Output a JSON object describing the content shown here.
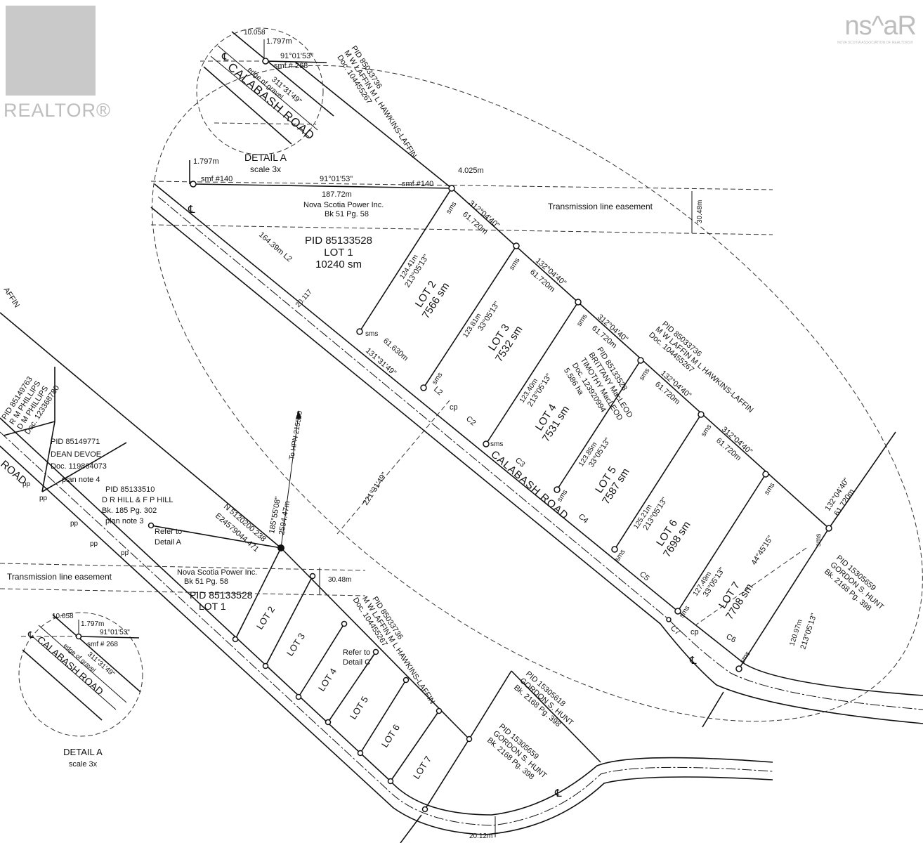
{
  "branding": {
    "realtor": "REALTOR®",
    "nsar": "ns^aR",
    "nsar_sub": "NOVA SCOTIA ASSOCIATION OF REALTORS®"
  },
  "detail_top": {
    "w": "10.058",
    "offset": "1.797m",
    "bearing": "91°01'53\"",
    "smf": "smf # 268",
    "cl": "℄",
    "gravel": "edge of gravel",
    "road_bearing": "311°31'49\"",
    "road": "CALABASH ROAD",
    "title": "DETAIL A",
    "scale": "scale 3x"
  },
  "detail_bottom": {
    "w": "10.058",
    "offset": "1.797m",
    "bearing": "91°01'53\"",
    "smf": "smf # 268",
    "cl": "℄",
    "gravel": "edge of gravel",
    "road_bearing": "311°31'49\"",
    "road": "CALABASH ROAD",
    "title": "DETAIL A",
    "scale": "scale 3x"
  },
  "main": {
    "nbr_top": {
      "pid": "PID 85033736",
      "owners": "M W LAFFIN M L HAWKINS-LAFFIN",
      "doc": "Doc. 104455267"
    },
    "offset": "1.797m",
    "smf_left": "smf #140",
    "top_bearing": "91°01'53\"",
    "top_dist": "187.72m",
    "smf_right": "smf #140",
    "corner_offset": "4.025m",
    "nsp": "Nova Scotia Power Inc.",
    "nsp_bk": "Bk 51 Pg. 58",
    "easement": "Transmission line easement",
    "easement_w": "30.48m",
    "lot1": {
      "pid": "PID 85133528",
      "lot": "LOT 1",
      "area": "10240 sm"
    },
    "road_dist": "164.39m  L2",
    "road_w": "20.117",
    "front_dist": "61.630m",
    "front_bearing": "131°31'49\"",
    "l2": "L2",
    "cp1": "cp",
    "c2": "C2",
    "c3": "C3",
    "c4": "C4",
    "c5": "C5",
    "c7": "C7",
    "cp2": "cp",
    "c6": "C6",
    "cl": "℄",
    "cl2": "℄",
    "road": "CALABASH ROAD",
    "diag": "221°31'49\"",
    "sms": "sms",
    "rear": [
      {
        "b": "312°04'40\"",
        "d": "61.720m"
      },
      {
        "b": "132°04'40\"",
        "d": "61.720m"
      },
      {
        "b": "312°04'40\"",
        "d": "61.720m"
      },
      {
        "b": "132°04'40\"",
        "d": "61.720m"
      },
      {
        "b": "312°04'40\"",
        "d": "61.720m"
      },
      {
        "b": "132°04'40\"",
        "d": "61.720m"
      }
    ],
    "sides": [
      {
        "b": "213°05'13\"",
        "d": "124.41m"
      },
      {
        "b": "33°05'13\"",
        "d": "123.81m"
      },
      {
        "b": "213°05'13\"",
        "d": "123.40m"
      },
      {
        "b": "33°05'13\"",
        "d": "123.85m"
      },
      {
        "b": "213°05'13\"",
        "d": "125.21m"
      },
      {
        "b": "33°05'13\"",
        "d": "127.49m"
      },
      {
        "b": "213°05'13\"",
        "d": "120.97m"
      }
    ],
    "lots": [
      {
        "lot": "LOT 2",
        "area": "7566 sm"
      },
      {
        "lot": "LOT 3",
        "area": "7532 sm"
      },
      {
        "lot": "LOT 4",
        "area": "7531 sm"
      },
      {
        "lot": "LOT 5",
        "area": "7587 sm"
      },
      {
        "lot": "LOT 6",
        "area": "7698 sm"
      },
      {
        "lot": "LOT 7",
        "area": "7708 sm"
      }
    ],
    "lot7_diag": "44°45'15\"",
    "nbr_mid": {
      "pid": "PID 85133528",
      "o1": "BRITTANY MacLEOD",
      "o2": "TIMOTHY MacLEOD",
      "doc": "Doc. 123920994",
      "area": "5.586 ha"
    },
    "nbr_right": {
      "pid": "PID 85033736",
      "owners": "M W LAFFIN M L HAWKINS-LAFFIN",
      "doc": "Doc. 104455267"
    },
    "nbr_hunt": {
      "pid": "PID 15305659",
      "owner": "GORDON S. HUNT",
      "bk": "Bk. 2168 Pg. 398"
    }
  },
  "overview": {
    "affin": "AFFIN",
    "road": "ROAD",
    "phillips": {
      "pid": "PID 85149763",
      "o1": "R M PHILLIPS",
      "o2": "D M PHILLIPS",
      "doc": "Doc. 123368780"
    },
    "devoe": {
      "pid": "PID 85149771",
      "owner": "DEAN DEVOE",
      "doc": "Doc. 119864073",
      "note": "plan note 4"
    },
    "hill": {
      "pid": "PID 85133510",
      "owner": "D R HILL & F P HILL",
      "bk": "Bk. 185 Pg. 302",
      "note": "plan note 3"
    },
    "pp": "pp",
    "refer_a1": "Refer to",
    "refer_a2": "Detail A",
    "north": "N 5120200.238",
    "east": "E24579044.471",
    "hpn": "To HPN 215500",
    "hpn_bearing": "185°55'08\"",
    "hpn_dist": "2594.47m",
    "easement": "Transmission line easement",
    "nsp": "Nova Scotia Power Inc.",
    "nsp_bk": "Bk 51 Pg. 58",
    "easement_w": "30.48m",
    "lot1_pid": "PID 85133528",
    "lot1": "LOT 1",
    "lots": [
      "LOT 2",
      "LOT 3",
      "LOT 4",
      "LOT 5",
      "LOT 6",
      "LOT 7"
    ],
    "refer_c1": "Refer to",
    "refer_c2": "Detail C",
    "nbr": {
      "pid": "PID 85033736",
      "owners": "M W LAFFIN M L HAWKINS-LAFFIN",
      "doc": "Doc. 104455267"
    },
    "hunt1": {
      "pid": "PID 15305618",
      "owner": "GORDON S. HUNT",
      "bk": "Bk. 2168 Pg. 398"
    },
    "hunt2": {
      "pid": "PID 15305659",
      "owner": "GORDON S. HUNT",
      "bk": "Bk. 2168 Pg. 398"
    },
    "road_w": "20.12m",
    "cl": "℄"
  }
}
